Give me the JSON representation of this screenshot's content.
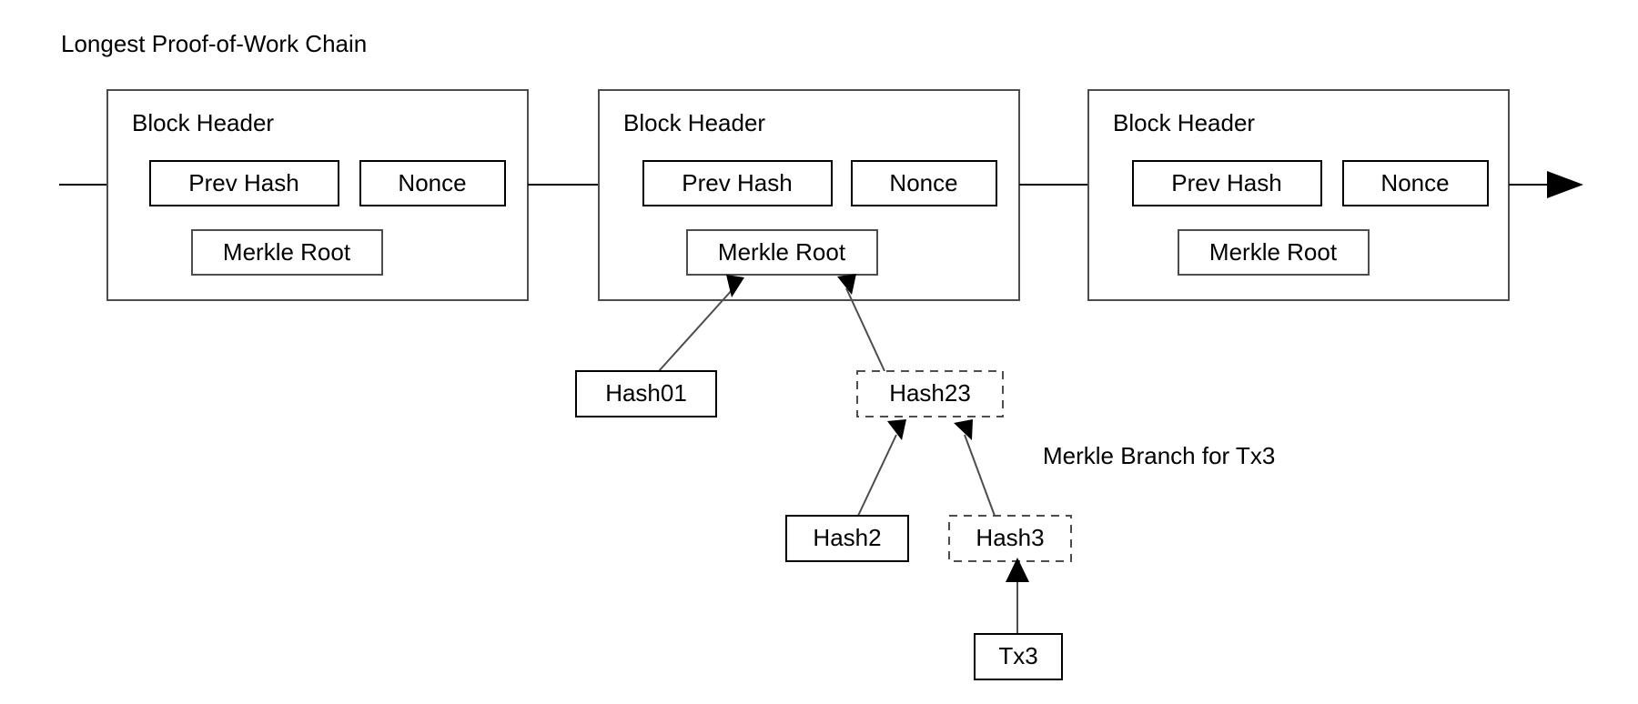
{
  "diagram": {
    "title": "Longest Proof-of-Work Chain",
    "annotation": "Merkle Branch for Tx3",
    "blocks": [
      {
        "header_label": "Block Header",
        "prev_hash_label": "Prev Hash",
        "nonce_label": "Nonce",
        "merkle_root_label": "Merkle Root"
      },
      {
        "header_label": "Block Header",
        "prev_hash_label": "Prev Hash",
        "nonce_label": "Nonce",
        "merkle_root_label": "Merkle Root"
      },
      {
        "header_label": "Block Header",
        "prev_hash_label": "Prev Hash",
        "nonce_label": "Nonce",
        "merkle_root_label": "Merkle Root"
      }
    ],
    "merkle_nodes": [
      {
        "label": "Hash01",
        "style": "solid"
      },
      {
        "label": "Hash23",
        "style": "dashed"
      },
      {
        "label": "Hash2",
        "style": "solid"
      },
      {
        "label": "Hash3",
        "style": "dashed"
      },
      {
        "label": "Tx3",
        "style": "solid"
      }
    ],
    "colors": {
      "stroke": "#000000",
      "stroke_gray": "#4d4d4d",
      "background": "#ffffff"
    }
  }
}
